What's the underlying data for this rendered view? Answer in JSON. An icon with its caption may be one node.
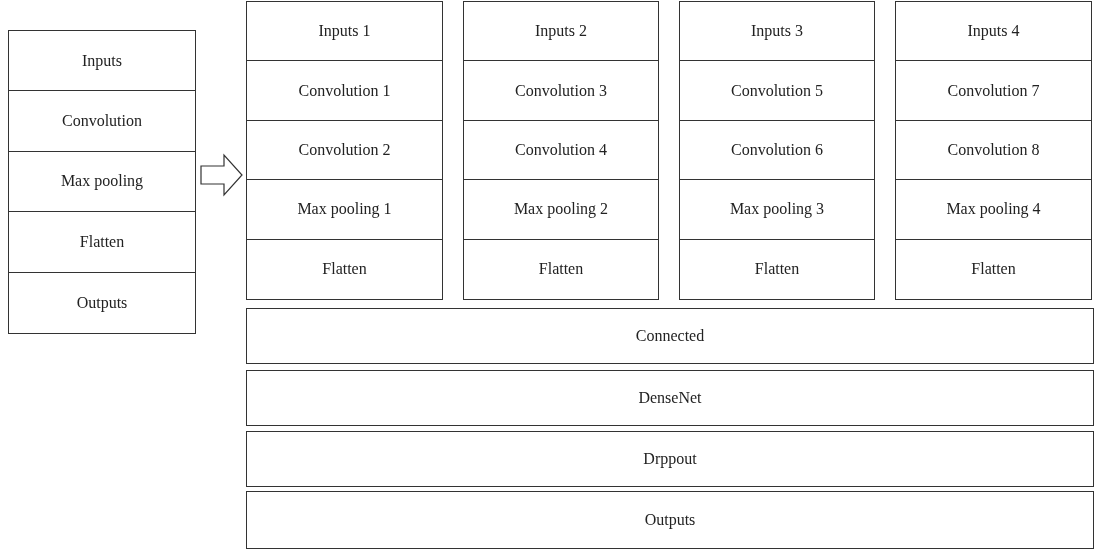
{
  "diagram": {
    "nodes": [
      {
        "text": [],
        "shape": "box"
      },
      {
        "text": [
          "Inputs"
        ],
        "in": 0
      },
      {
        "text": [
          "Convolution"
        ],
        "in": 0
      },
      {
        "text": [
          "Max pooling"
        ],
        "in": 0
      },
      {
        "text": [
          "Flatten"
        ],
        "in": 0
      },
      {
        "text": [
          "Outputs"
        ],
        "in": 0
      },
      {
        "text": [],
        "shape": "box"
      },
      {
        "text": [
          "Inputs 1"
        ],
        "in": 6
      },
      {
        "text": [
          "Convolution 1"
        ],
        "in": 6
      },
      {
        "text": [
          "Convolution 2"
        ],
        "in": 6
      },
      {
        "text": [
          "Max pooling 1"
        ],
        "in": 6
      },
      {
        "text": [
          "Flatten"
        ],
        "in": 6
      },
      {
        "text": [],
        "shape": "box"
      },
      {
        "text": [
          "Inputs 2"
        ],
        "in": 12
      },
      {
        "text": [
          "Convolution 3"
        ],
        "in": 12
      },
      {
        "text": [
          "Convolution 4"
        ],
        "in": 12
      },
      {
        "text": [
          "Max pooling 2"
        ],
        "in": 12
      },
      {
        "text": [
          "Flatten"
        ],
        "in": 12
      },
      {
        "text": [],
        "shape": "box"
      },
      {
        "text": [
          "Inputs 3"
        ],
        "in": 18
      },
      {
        "text": [
          "Convolution 5"
        ],
        "in": 18
      },
      {
        "text": [
          "Convolution 6"
        ],
        "in": 18
      },
      {
        "text": [
          "Max pooling 3"
        ],
        "in": 18
      },
      {
        "text": [
          "Flatten"
        ],
        "in": 18
      },
      {
        "text": [],
        "shape": "box"
      },
      {
        "text": [
          "Inputs 4"
        ],
        "in": 24
      },
      {
        "text": [
          "Convolution 7"
        ],
        "in": 24
      },
      {
        "text": [
          "Convolution 8"
        ],
        "in": 24
      },
      {
        "text": [
          "Max pooling 4"
        ],
        "in": 24
      },
      {
        "text": [
          "Flatten"
        ],
        "in": 24
      },
      {
        "text": [
          "Connected"
        ]
      },
      {
        "text": [
          "DenseNet"
        ]
      },
      {
        "text": [
          "Drppout"
        ]
      },
      {
        "text": [
          "Outputs"
        ]
      }
    ],
    "edges": [
      {
        "from": 0,
        "to": 6,
        "arrow": "to"
      }
    ]
  }
}
